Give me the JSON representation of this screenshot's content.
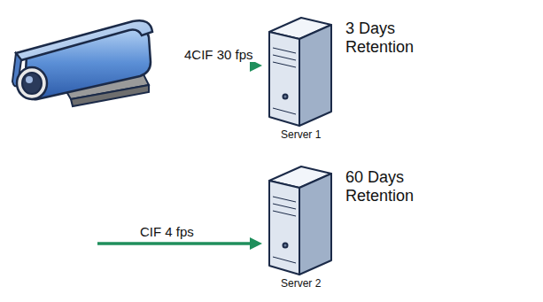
{
  "diagram": {
    "nodes": [
      {
        "text": [
          "3 Days Retention",
          "Server 1"
        ]
      },
      {
        "text": [
          "60 Days Retention",
          "Server 2"
        ]
      }
    ],
    "labels": [
      "4CIF 30 fps",
      "CIF 4 fps"
    ]
  }
}
